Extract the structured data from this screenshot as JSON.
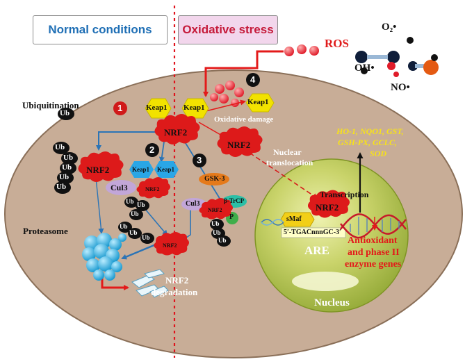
{
  "headers": {
    "normal": "Normal conditions",
    "oxidative": "Oxidative stress"
  },
  "ros": {
    "label": "ROS",
    "o2": "O₂•",
    "oh": "OH•",
    "no": "NO•"
  },
  "steps": [
    "1",
    "2",
    "3",
    "4"
  ],
  "labels": {
    "ubiquitination": "Ubiquitination",
    "ub": "Ub",
    "keap1": "Keap1",
    "nrf2": "NRF2",
    "cul3": "Cul3",
    "gsk3": "GSK-3",
    "btrcp": "β-TrCP",
    "p": "P",
    "oxidative_damage": "Oxidative damage",
    "nuclear_translocation_line1": "Nuclear",
    "nuclear_translocation_line2": "translocation",
    "proteasome": "Proteasome",
    "nrf2_degradation_line1": "NRF2",
    "nrf2_degradation_line2": "degradation",
    "transcription": "Transcription",
    "smaf": "sMaf",
    "are_sequence": "5′-TGACnnnGC-3′",
    "are": "ARE",
    "nucleus": "Nucleus",
    "genes_line1": "HO-1, NQO1, GST,",
    "genes_line2": "GSH-PX, GCLC,",
    "genes_line3": "SOD",
    "antioxidant_line1": "Antioxidant",
    "antioxidant_line2": "and phase II",
    "antioxidant_line3": "enzyme genes"
  },
  "colors": {
    "cell_fill": "#c8ad97",
    "nrf2_red": "#dd1a1a",
    "keap1_yellow": "#f2e200",
    "keap1_blue": "#2aa6e6",
    "cul3_purple": "#c2a6d8",
    "gsk3_orange": "#e57a1a",
    "btrcp_teal": "#2bbfa6",
    "p_green": "#3fae4a",
    "step_red": "#d01a1a",
    "normal_blue": "#1f6fb5",
    "oxidative_red": "#c51a3a",
    "arrow_blue": "#2b74b6",
    "arrow_red": "#e31a1a",
    "gene_yellow": "#f7e21a",
    "nucleus_green": "#a9bf3c"
  }
}
